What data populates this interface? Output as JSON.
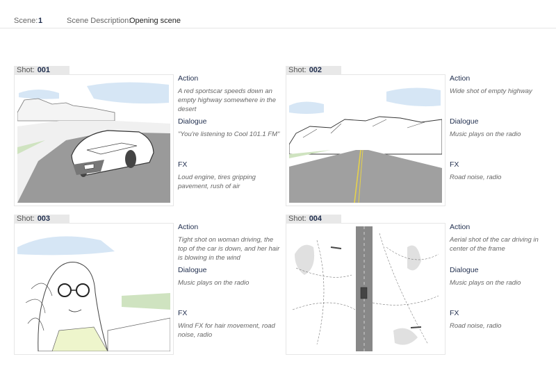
{
  "scene": {
    "label": "Scene:",
    "number": "1",
    "description_label": "Scene Description:",
    "description": "Opening scene"
  },
  "labels": {
    "shot": "Shot:",
    "action": "Action",
    "dialogue": "Dialogue",
    "fx": "FX"
  },
  "shots": [
    {
      "number": "001",
      "action": "A red sportscar speeds down an empty highway somewhere in the desert",
      "dialogue": "\"You're listening to Cool 101.1 FM\"",
      "fx": "Loud engine, tires gripping pavement, rush of air"
    },
    {
      "number": "002",
      "action": "Wide shot of empty highway",
      "dialogue": "Music plays on the radio",
      "fx": "Road noise, radio"
    },
    {
      "number": "003",
      "action": "Tight shot on woman driving, the top of the car is down, and her hair is blowing in the wind",
      "dialogue": "Music plays on the radio",
      "fx": "Wind FX for hair movement, road noise, radio"
    },
    {
      "number": "004",
      "action": "Aerial shot of the car driving in center of the frame",
      "dialogue": "Music plays on the radio",
      "fx": "Road noise, radio"
    }
  ],
  "colors": {
    "accent": "#1f2d4d",
    "sky": "#d6e6f5",
    "tab": "#e8e8e8"
  }
}
